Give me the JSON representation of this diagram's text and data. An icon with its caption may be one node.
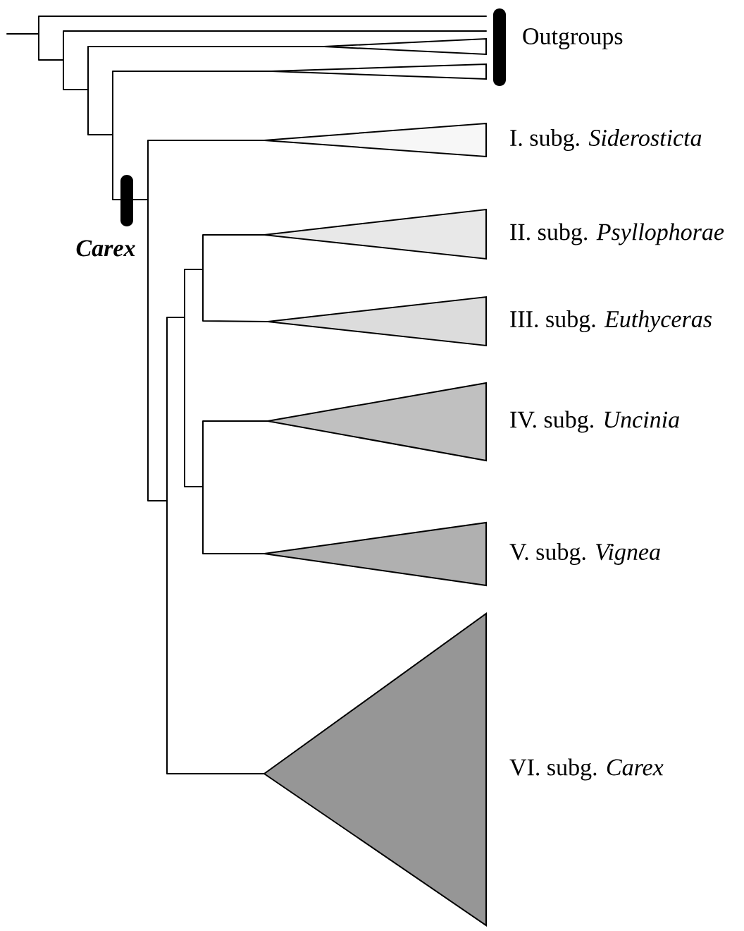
{
  "diagram": {
    "nodes": [
      {
        "text": [],
        "shape": "triangle"
      },
      {
        "text": [],
        "shape": "triangle"
      },
      {
        "text": [
          "I. subg. *Siderosticta*"
        ]
      },
      {
        "text": [
          "II. subg. *Psyllophorae*"
        ]
      },
      {
        "text": [
          "III. subg. *Euthyceras*"
        ]
      },
      {
        "text": [
          "IV. subg. *Uncinia*"
        ]
      },
      {
        "text": [
          "V. subg. *Vignea*"
        ]
      },
      {
        "text": [
          "VI. subg. *Carex*"
        ]
      }
    ],
    "labels": [
      "Outgroups",
      "Carex"
    ]
  }
}
